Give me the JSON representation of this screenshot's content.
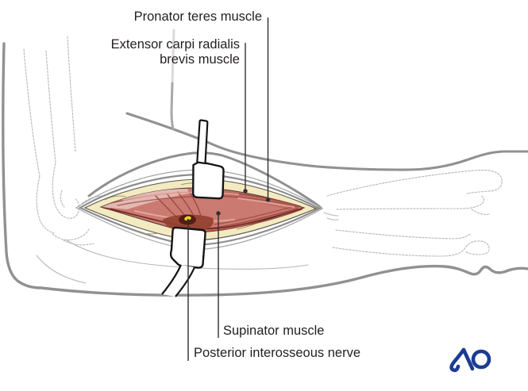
{
  "figure": {
    "kind": "surgical-anatomy-illustration",
    "labels": {
      "pronator": "Pronator teres muscle",
      "ecrb_line1": "Extensor carpi radialis",
      "ecrb_line2": "brevis muscle",
      "supinator": "Supinator muscle",
      "pin": "Posterior interosseous nerve"
    },
    "logo": {
      "text": "AO",
      "color": "#1c3c92"
    },
    "colors": {
      "label_text": "#231f20",
      "leader_line": "#2f2f2f",
      "skin_outline": "#919191",
      "sketch_line": "#b8b8b8",
      "fat": "#f3eac1",
      "muscle": "#cb7a72",
      "muscle_light": "#e3bdb6",
      "muscle_dark": "#9a463e",
      "wound_floor": "#93402f",
      "nerve_yellow": "#eecf1c",
      "retractor_outline": "#151515"
    }
  }
}
